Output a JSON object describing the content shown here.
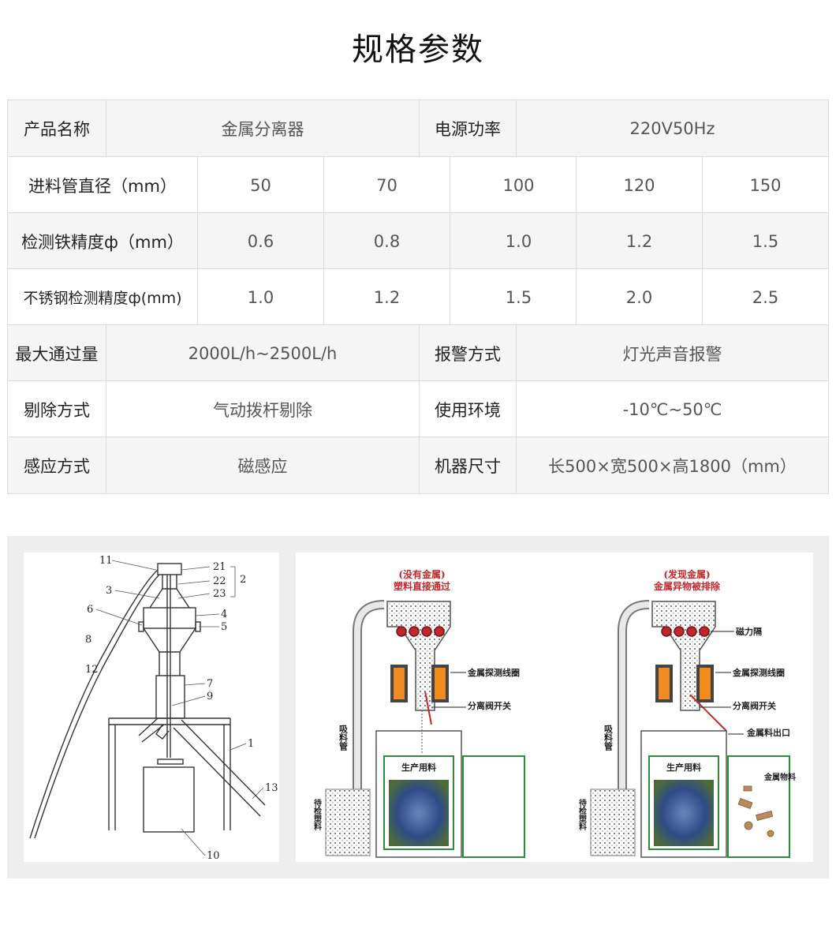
{
  "title": "规格参数",
  "spec": {
    "row1": {
      "label1": "产品名称",
      "value1": "金属分离器",
      "label2": "电源功率",
      "value2": "220V50Hz"
    },
    "row2": {
      "label": "进料管直径（mm）",
      "values": [
        "50",
        "70",
        "100",
        "120",
        "150"
      ]
    },
    "row3": {
      "label": "检测铁精度ф（mm）",
      "values": [
        "0.6",
        "0.8",
        "1.0",
        "1.2",
        "1.5"
      ]
    },
    "row4": {
      "label": "不锈钢检测精度ф(mm)",
      "values": [
        "1.0",
        "1.2",
        "1.5",
        "2.0",
        "2.5"
      ]
    },
    "row5": {
      "label1": "最大通过量",
      "value1": "2000L/h~2500L/h",
      "label2": "报警方式",
      "value2": "灯光声音报警"
    },
    "row6": {
      "label1": "剔除方式",
      "value1": "气动拨杆剔除",
      "label2": "使用环境",
      "value2": "-10℃~50℃"
    },
    "row7": {
      "label1": "感应方式",
      "value1": "磁感应",
      "label2": "机器尺寸",
      "value2": "长500×宽500×高1800（mm）"
    }
  },
  "figure1": {
    "labels": [
      "11",
      "3",
      "6",
      "8",
      "12",
      "21",
      "22",
      "23",
      "2",
      "4",
      "5",
      "7",
      "9",
      "1",
      "13",
      "10"
    ]
  },
  "figure2": {
    "left": {
      "heading1": "(没有金属)",
      "heading2": "塑料直接通过",
      "coil_label": "金属探测线圈",
      "valve_label": "分离阀开关",
      "suction_label": "吸料管",
      "product_label": "生产用料",
      "waiting_label": "待检塑料"
    },
    "right": {
      "heading1": "(发现金属)",
      "heading2": "金属异物被排除",
      "magnet_label": "磁力隔",
      "coil_label": "金属探测线圈",
      "valve_label": "分离阀开关",
      "outlet_label": "金属料出口",
      "metal_label": "金属物料",
      "suction_label": "吸料管",
      "product_label": "生产用料",
      "waiting_label": "待检塑料"
    }
  },
  "colors": {
    "heading_red": "#c0282c",
    "coil_orange": "#f08a1e",
    "cabinet_green": "#2e8b3a"
  }
}
